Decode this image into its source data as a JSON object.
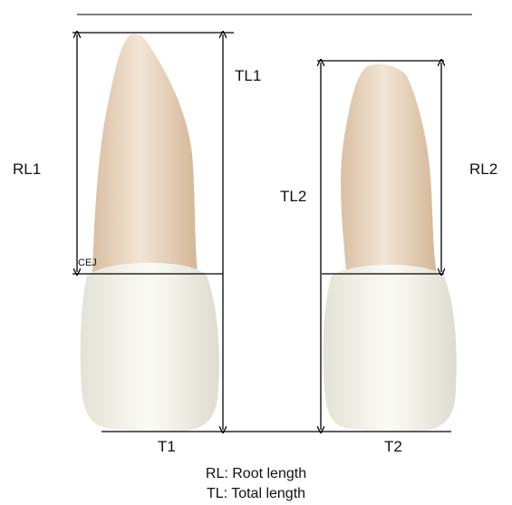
{
  "labels": {
    "rl1": "RL1",
    "tl1": "TL1",
    "rl2": "RL2",
    "tl2": "TL2",
    "cej": "CEJ",
    "t1": "T1",
    "t2": "T2"
  },
  "legend": {
    "line1": "RL: Root length",
    "line2": "TL: Total length"
  },
  "colors": {
    "root": "#e6cdb3",
    "root_highlight": "#f2e3d2",
    "crown": "#efeee4",
    "crown_highlight": "#fbfbf6",
    "line": "#000000"
  }
}
